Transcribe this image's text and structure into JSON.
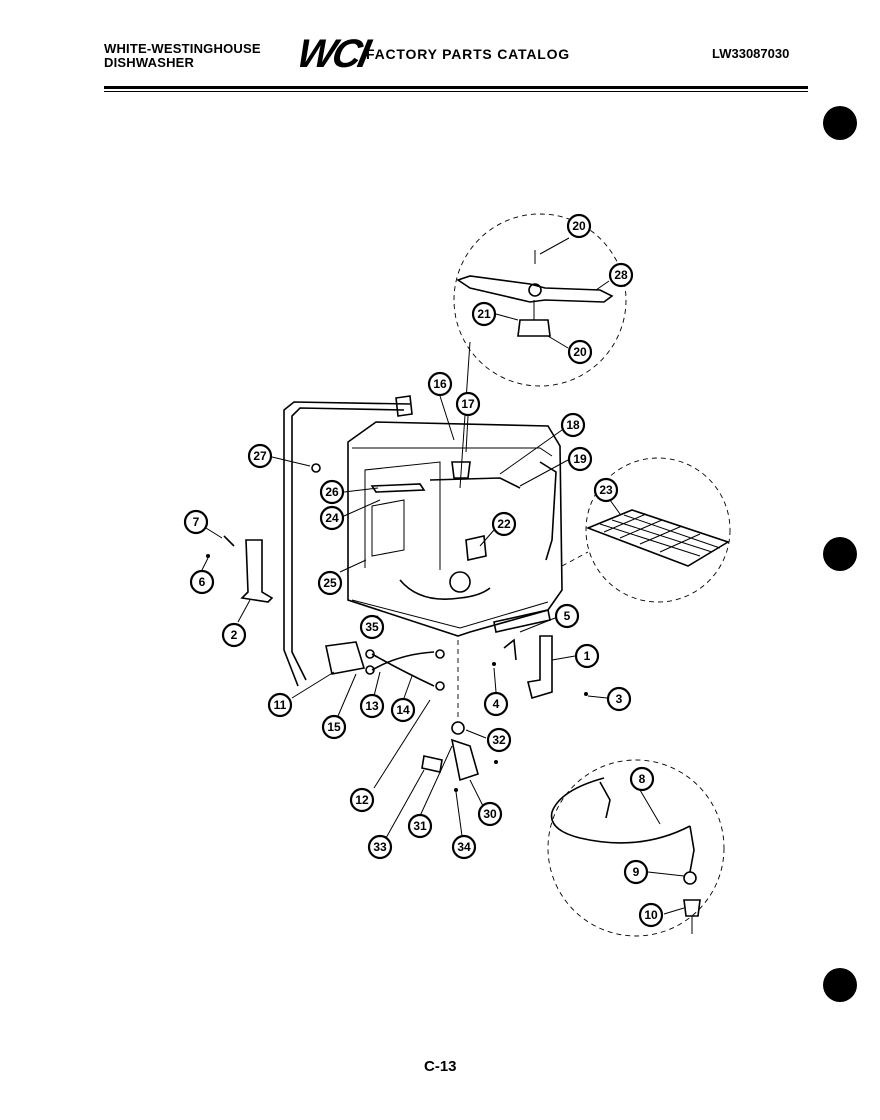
{
  "header": {
    "brand_line1": "WHITE-WESTINGHOUSE",
    "brand_line2": "DISHWASHER",
    "logo": "WCI",
    "catalog": "FACTORY PARTS CATALOG",
    "model_code": "LW33087030"
  },
  "footer": {
    "page": "C-13"
  },
  "callouts": {
    "c1": "1",
    "c2": "2",
    "c3": "3",
    "c4": "4",
    "c5": "5",
    "c6": "6",
    "c7": "7",
    "c8": "8",
    "c9": "9",
    "c10": "10",
    "c11": "11",
    "c12": "12",
    "c13": "13",
    "c14": "14",
    "c15": "15",
    "c16": "16",
    "c17": "17",
    "c18": "18",
    "c19": "19",
    "c20a": "20",
    "c20b": "20",
    "c21": "21",
    "c22": "22",
    "c23": "23",
    "c24": "24",
    "c25": "25",
    "c26": "26",
    "c27": "27",
    "c28": "28",
    "c30": "30",
    "c31": "31",
    "c32": "32",
    "c33": "33",
    "c34": "34",
    "c35": "35"
  }
}
